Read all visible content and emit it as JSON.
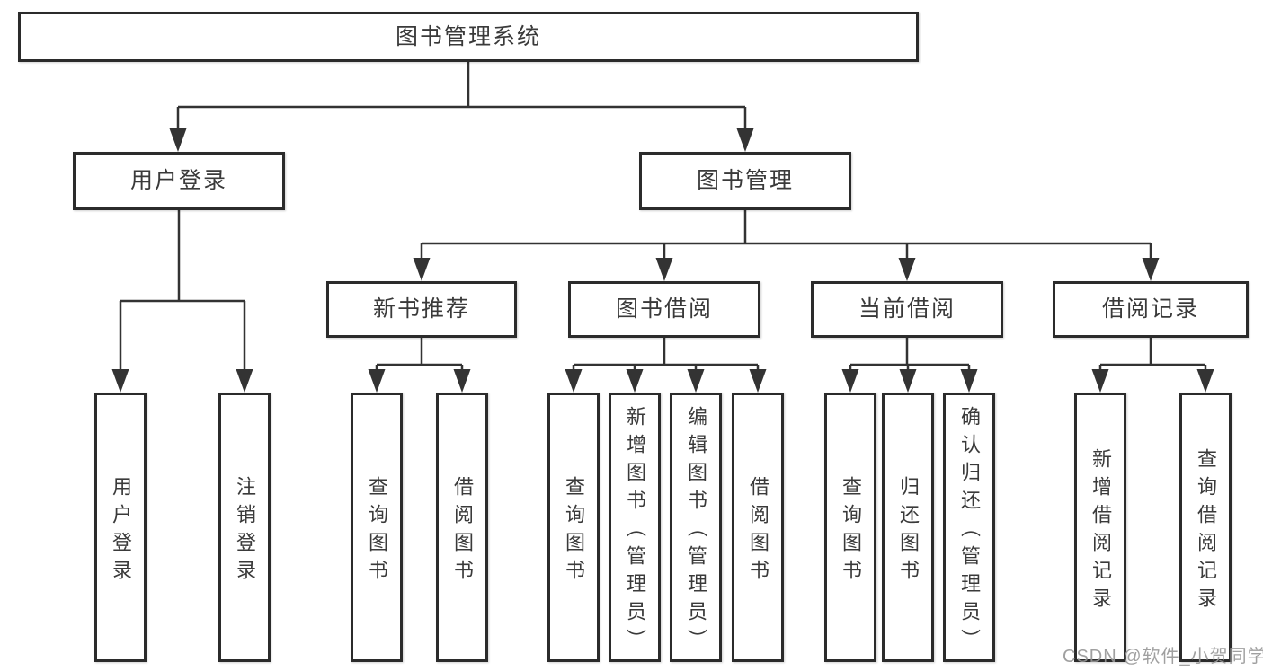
{
  "page": {
    "background": "#ffffff"
  },
  "colors": {
    "box_border": "#2b2b2b",
    "box_fill": "#ffffff",
    "text": "#3a3a3a",
    "connector_line": "#333333",
    "watermark": "#969696"
  },
  "diagram": {
    "type": "hierarchy-tree",
    "root": {
      "label": "图书管理系统"
    },
    "branches": [
      {
        "label": "用户登录",
        "children": [
          {
            "label": "用户登录"
          },
          {
            "label": "注销登录"
          }
        ]
      },
      {
        "label": "图书管理",
        "children": [
          {
            "label": "新书推荐",
            "children": [
              {
                "label": "查询图书"
              },
              {
                "label": "借阅图书"
              }
            ]
          },
          {
            "label": "图书借阅",
            "children": [
              {
                "label": "查询图书"
              },
              {
                "label": "新增图书（管理员）"
              },
              {
                "label": "编辑图书（管理员）"
              },
              {
                "label": "借阅图书"
              }
            ]
          },
          {
            "label": "当前借阅",
            "children": [
              {
                "label": "查询图书"
              },
              {
                "label": "归还图书"
              },
              {
                "label": "确认归还（管理员）"
              }
            ]
          },
          {
            "label": "借阅记录",
            "children": [
              {
                "label": "新增借阅记录"
              },
              {
                "label": "查询借阅记录"
              }
            ]
          }
        ]
      }
    ]
  },
  "watermark": {
    "text": "CSDN @软件_小贺同学"
  }
}
